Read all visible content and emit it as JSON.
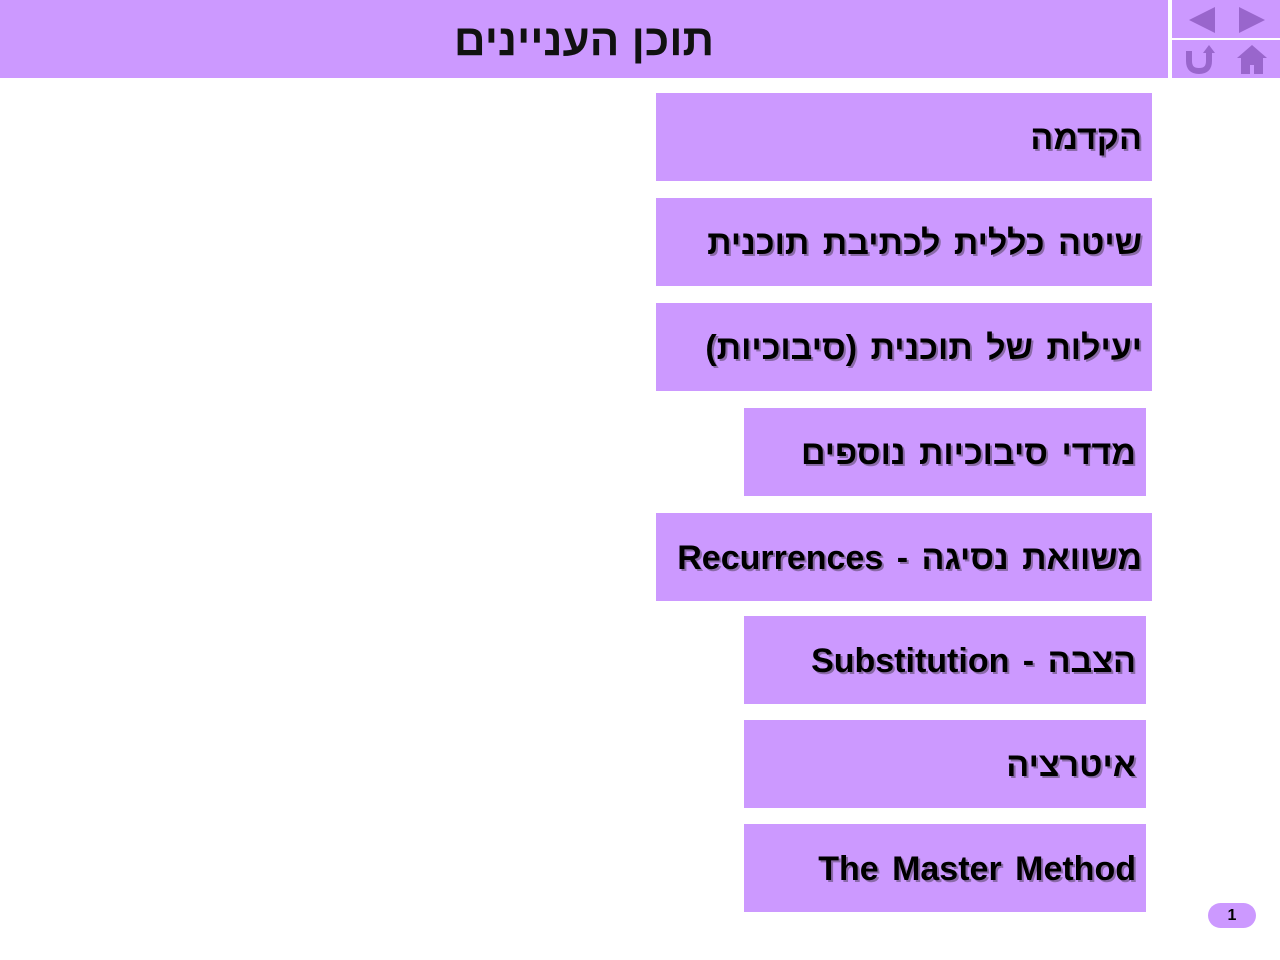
{
  "header": {
    "title": "תוכן העניינים"
  },
  "navigation": {
    "back_icon": "triangle-left-icon",
    "forward_icon": "triangle-right-icon",
    "return_icon": "u-turn-return-icon",
    "home_icon": "home-icon"
  },
  "toc": {
    "items": [
      {
        "label": "הקדמה",
        "direction": "rtl"
      },
      {
        "label": "שיטה כללית לכתיבת תוכנית",
        "direction": "rtl"
      },
      {
        "label": "יעילות של תוכנית (סיבוכיות)",
        "direction": "rtl"
      },
      {
        "label": "מדדי סיבוכיות נוספים",
        "direction": "rtl"
      },
      {
        "label": "משוואת נסיגה - Recurrences",
        "direction": "rtl"
      },
      {
        "label": "Substitution - הצבה",
        "direction": "ltr"
      },
      {
        "label": "איטרציה",
        "direction": "rtl"
      },
      {
        "label": "The Master Method",
        "direction": "ltr"
      }
    ]
  },
  "footer": {
    "page_number": "1"
  },
  "colors": {
    "accent": "#cc99ff",
    "icon": "#9966cc",
    "text": "#000000",
    "background": "#ffffff"
  }
}
